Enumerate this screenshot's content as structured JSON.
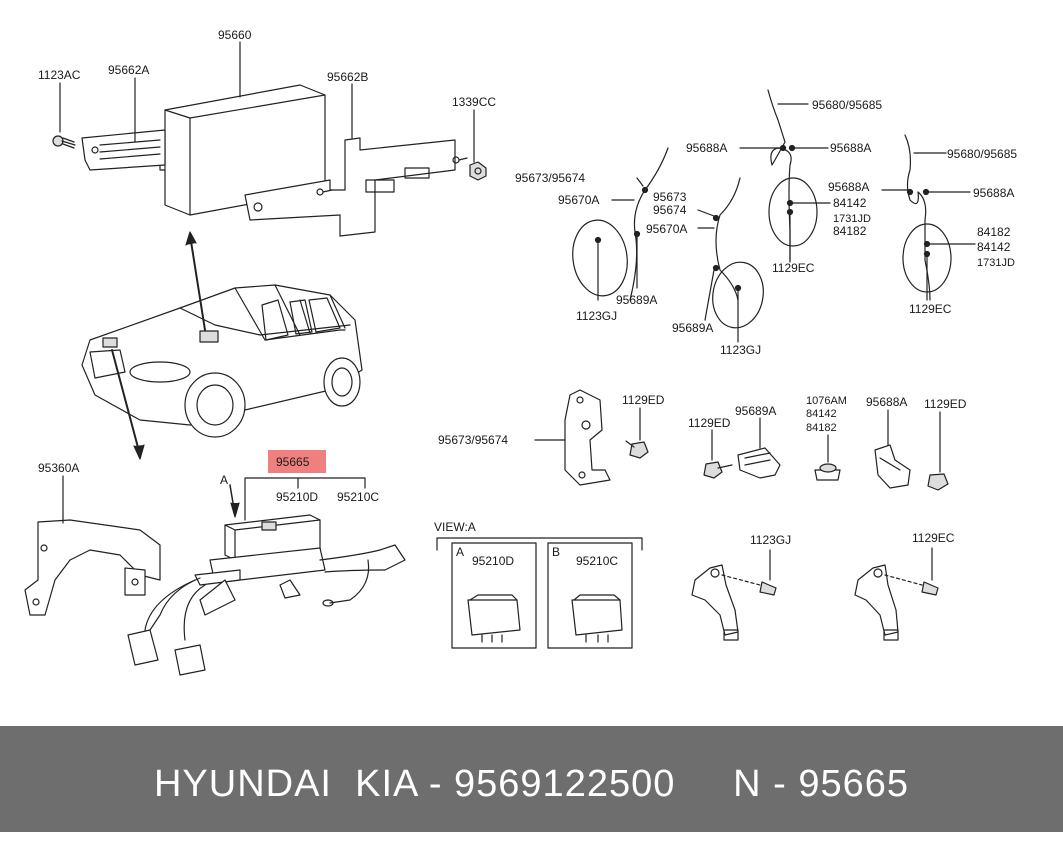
{
  "labels": {
    "l95660": "95660",
    "l1123AC": "1123AC",
    "l95662A": "95662A",
    "l95662B": "95662B",
    "l1339CC": "1339CC",
    "l95665": "95665",
    "l95210D": "95210D",
    "l95210C": "95210C",
    "l95360A": "95360A",
    "lA": "A",
    "viewA": "VIEW:A",
    "boxA_letter": "A",
    "boxB_letter": "B",
    "boxA_part": "95210D",
    "boxB_part": "95210C",
    "s1_95673_95674": "95673/95674",
    "s1_95670A": "95670A",
    "s1_1123GJ": "1123GJ",
    "s1_95689A": "95689A",
    "s2_95673": "95673",
    "s2_95674": "95674",
    "s2_95670A": "95670A",
    "s2_95689A": "95689A",
    "s2_1123GJ": "1123GJ",
    "s3_95680_95685": "95680/95685",
    "s3_95688A_left": "95688A",
    "s3_95688A_right": "95688A",
    "s3_84142": "84142",
    "s3_1731JD": "1731JD",
    "s3_84182": "84182",
    "s3_1129EC": "1129EC",
    "s4_95680_95685": "95680/95685",
    "s4_95688A_left": "95688A",
    "s4_95688A_right": "95688A",
    "s4_84182": "84182",
    "s4_84142": "84142",
    "s4_1731JD": "1731JD",
    "s4_1129EC": "1129EC",
    "b_95673_95674": "95673/95674",
    "b_1129ED": "1129ED",
    "c_1129ED": "1129ED",
    "c_95689A": "95689A",
    "g_1076AM": "1076AM",
    "g_84142": "84142",
    "g_84182": "84182",
    "h_95688A": "95688A",
    "h_1129ED": "1129ED",
    "sensorL_1123GJ": "1123GJ",
    "sensorR_1129EC": "1129EC"
  },
  "highlight_color": "#f08080",
  "footer": {
    "text": "HYUNDAI  KIA - 9569122500     N - 95665"
  }
}
